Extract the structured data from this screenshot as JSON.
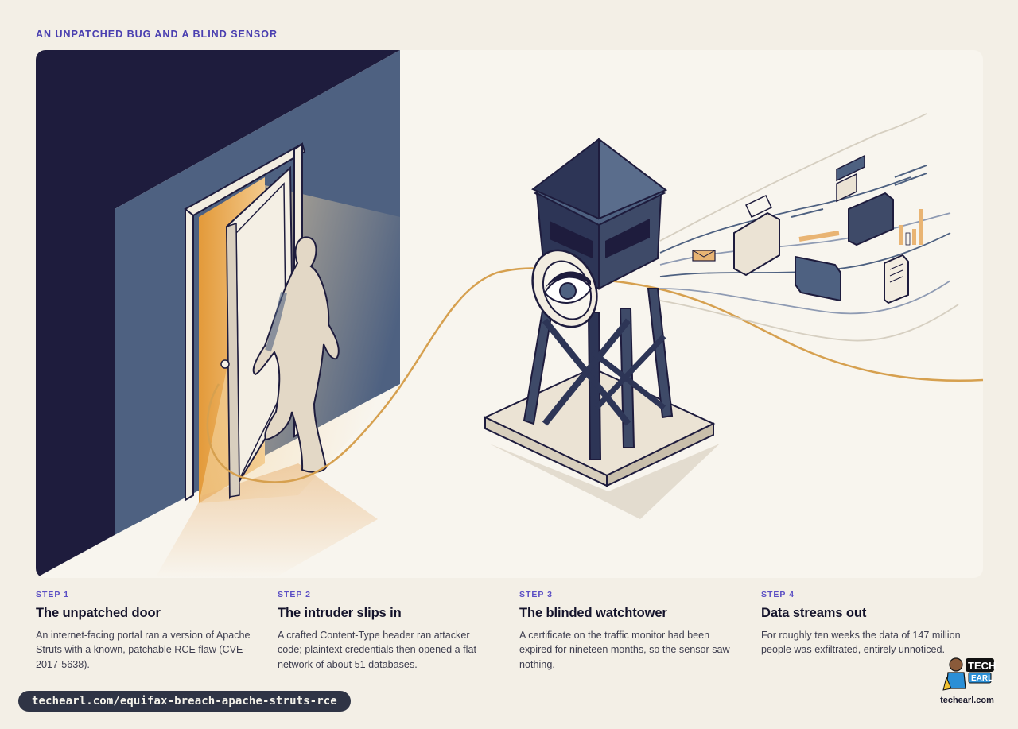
{
  "header": {
    "eyebrow": "AN UNPATCHED BUG AND A BLIND SENSOR"
  },
  "steps": [
    {
      "number": "STEP 1",
      "title": "The unpatched door",
      "body": "An internet-facing portal ran a version of Apache Struts with a known, patchable RCE flaw (CVE-2017-5638)."
    },
    {
      "number": "STEP 2",
      "title": "The intruder slips in",
      "body": "A crafted Content-Type header ran attacker code; plaintext credentials then opened a flat network of about 51 databases."
    },
    {
      "number": "STEP 3",
      "title": "The blinded watchtower",
      "body": "A certificate on the traffic monitor had been expired for nineteen months, so the sensor saw nothing."
    },
    {
      "number": "STEP 4",
      "title": "Data streams out",
      "body": "For roughly ten weeks the data of 147 million people was exfiltrated, entirely unnoticed."
    }
  ],
  "footer": {
    "url": "techearl.com/equifax-breach-apache-struts-rce",
    "brand_logo_text": "TECH EARL",
    "brand_name": "techearl.com"
  },
  "colors": {
    "accent": "#4a3fb0",
    "navy": "#1c1b3a",
    "slate": "#4e6080",
    "amber": "#d19a45",
    "background": "#f3efe6"
  },
  "icons": [
    "door-icon",
    "intruder-figure",
    "watchtower-icon",
    "eye-icon",
    "folder-icon",
    "document-icon",
    "envelope-icon",
    "bar-chart-icon"
  ]
}
